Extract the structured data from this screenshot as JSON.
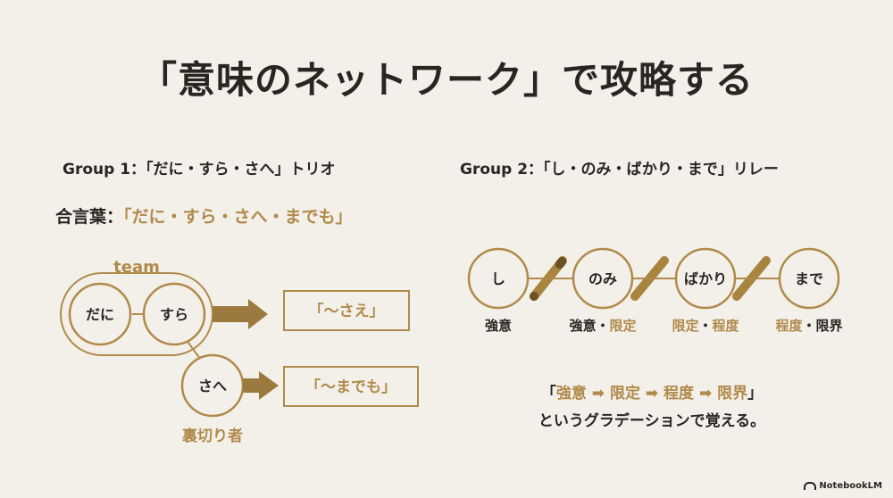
{
  "title": "「意味のネットワーク」で攻略する",
  "group1": {
    "heading": "Group 1：「だに・すら・さへ」トリオ",
    "motto_prefix": "合言葉：",
    "motto_open": "「",
    "motto_body": "だに・すら・さへ・までも",
    "motto_close": "」",
    "team_label": "team",
    "nodes": [
      "だに",
      "すら",
      "さへ"
    ],
    "result_boxes": [
      "「～さえ」",
      "「～までも」"
    ],
    "traitor_label": "裏切り者"
  },
  "group2": {
    "heading": "Group 2：「し・のみ・ばかり・まで」リレー",
    "nodes": [
      "し",
      "のみ",
      "ばかり",
      "まで"
    ],
    "labels": [
      [
        {
          "text": "強意",
          "tone": "dark"
        }
      ],
      [
        {
          "text": "強意",
          "tone": "dark"
        },
        {
          "text": "・",
          "tone": "dark"
        },
        {
          "text": "限定",
          "tone": "gold"
        }
      ],
      [
        {
          "text": "限定",
          "tone": "gold"
        },
        {
          "text": "・",
          "tone": "dark"
        },
        {
          "text": "程度",
          "tone": "gold"
        }
      ],
      [
        {
          "text": "程度",
          "tone": "gold"
        },
        {
          "text": "・",
          "tone": "dark"
        },
        {
          "text": "限界",
          "tone": "dark"
        }
      ]
    ],
    "summary_open": "「",
    "summary_chain": [
      "強意",
      "限定",
      "程度",
      "限界"
    ],
    "summary_arrow": "➡",
    "summary_close": "」",
    "summary_line2": "というグラデーションで覚える。"
  },
  "brand": "NotebookLM",
  "colors": {
    "gold": "#b08a4a",
    "dark": "#2a2522",
    "background": "#f3f0ea"
  }
}
